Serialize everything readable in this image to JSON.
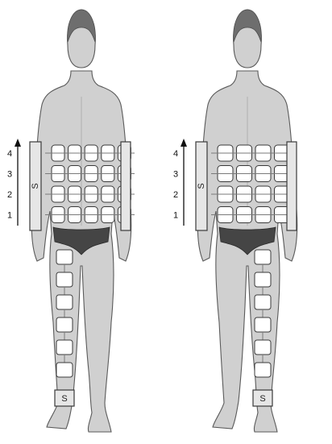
{
  "figures": [
    {
      "id": "left",
      "side_pad_label": "S",
      "foot_pad_label": "S",
      "row_labels": [
        "4",
        "3",
        "2",
        "1"
      ],
      "arrow": "up",
      "electrode_grid": "4x5",
      "leg_electrode_chain": "left-leg"
    },
    {
      "id": "right",
      "side_pad_label": "S",
      "foot_pad_label": "S",
      "row_labels": [
        "4",
        "3",
        "2",
        "1"
      ],
      "arrow": "up",
      "electrode_grid": "4x4",
      "leg_electrode_chain": "right-leg"
    }
  ],
  "colors": {
    "skin": "#d0d0d0",
    "skin_outline": "#5a5a5a",
    "hair": "#6e6e6e",
    "underwear": "#454545",
    "pad": "#ffffff",
    "pad_outline": "#3a3a3a",
    "side_pad": "#e6e6e6"
  }
}
